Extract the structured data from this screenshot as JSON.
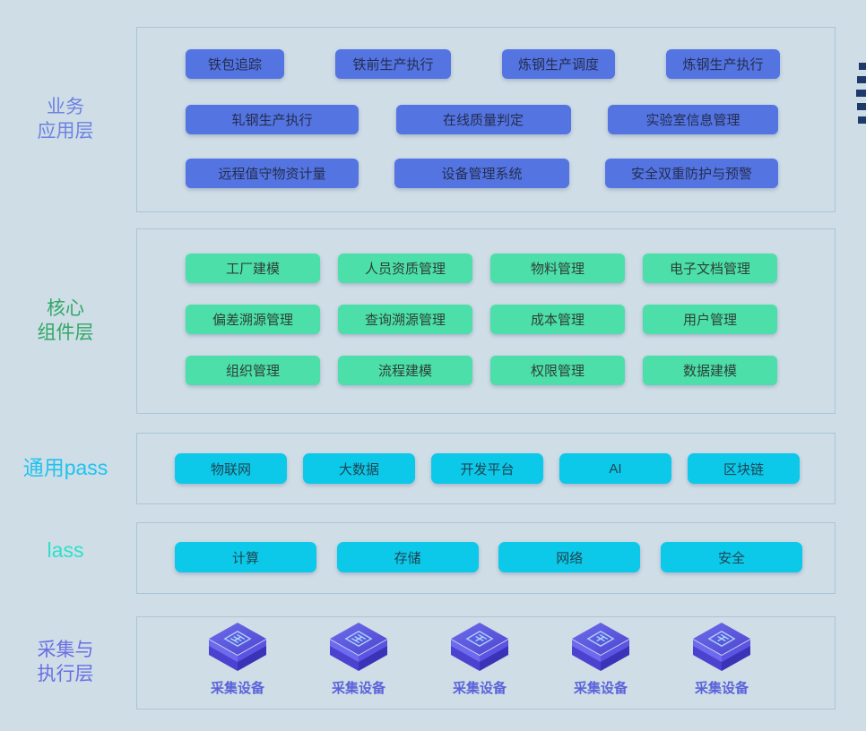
{
  "background": "#cfdde6",
  "decoration": {
    "edge_dash_color": "#1d3a6b",
    "edge_dash_count": 5
  },
  "layers": {
    "business": {
      "label_line1": "业务",
      "label_line2": "应用层",
      "label_color": "#6e82e2",
      "button_color": "#5474e2",
      "row1": [
        "铁包追踪",
        "铁前生产执行",
        "炼钢生产调度",
        "炼钢生产执行"
      ],
      "row2": [
        "轧钢生产执行",
        "在线质量判定",
        "实验室信息管理"
      ],
      "row3": [
        "远程值守物资计量",
        "设备管理系统",
        "安全双重防护与预警"
      ]
    },
    "core": {
      "label_line1": "核心",
      "label_line2": "组件层",
      "label_color": "#2fa966",
      "button_color": "#4cdfa9",
      "row1": [
        "工厂建模",
        "人员资质管理",
        "物料管理",
        "电子文档管理"
      ],
      "row2": [
        "偏差溯源管理",
        "查询溯源管理",
        "成本管理",
        "用户管理"
      ],
      "row3": [
        "组织管理",
        "流程建模",
        "权限管理",
        "数据建模"
      ]
    },
    "paas": {
      "label": "通用pass",
      "label_color": "#1fc3ee",
      "button_color": "#0cc9e9",
      "buttons": [
        "物联网",
        "大数据",
        "开发平台",
        "AI",
        "区块链"
      ]
    },
    "iaas": {
      "label": "lass",
      "label_color": "#2ce0cb",
      "button_color": "#0cc9e9",
      "buttons": [
        "计算",
        "存储",
        "网络",
        "安全"
      ]
    },
    "device": {
      "label_line1": "采集与",
      "label_line2": "执行层",
      "label_color": "#6a6fe5",
      "device_label": "采集设备",
      "device_count": 5
    }
  }
}
